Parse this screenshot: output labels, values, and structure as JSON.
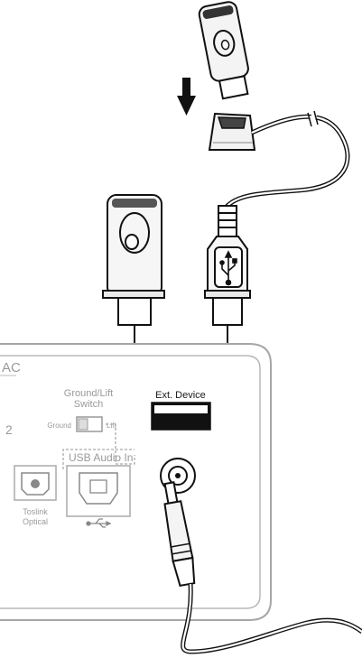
{
  "panel": {
    "model_fragment": "AC",
    "input_number": "2",
    "ground_lift": {
      "title_line1": "Ground/Lift",
      "title_line2": "Switch",
      "left_label": "Ground",
      "right_label": "Lift"
    },
    "ext_device_label": "Ext. Device",
    "usb_audio_label": "USB Audio In",
    "toslink_line1": "Toslink",
    "toslink_line2": "Optical"
  },
  "icons": [
    "usb-symbol-icon",
    "down-arrow-icon"
  ]
}
